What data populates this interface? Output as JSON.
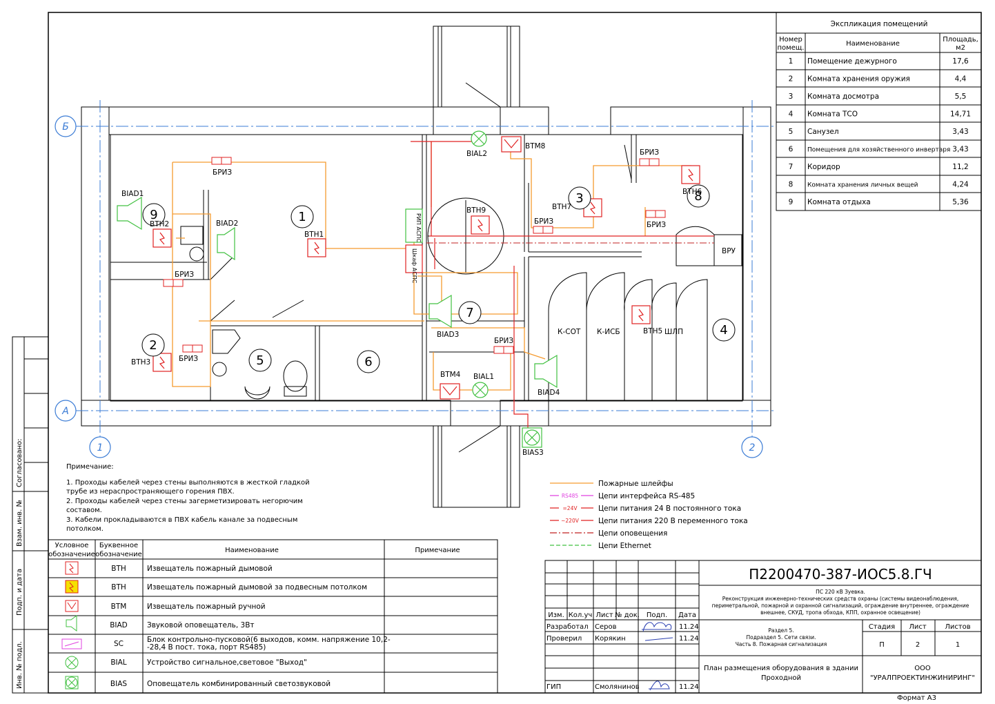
{
  "axes": {
    "b": "Б",
    "a": "А",
    "one": "1",
    "two": "2"
  },
  "rooms_on_plan": {
    "r1": "1",
    "r2": "2",
    "r3": "3",
    "r4": "4",
    "r5": "5",
    "r6": "6",
    "r7": "7",
    "r8": "8",
    "r9": "9"
  },
  "devices": {
    "biad1": "BIAD1",
    "biad2": "BIAD2",
    "biad3": "BIAD3",
    "biad4": "BIAD4",
    "bial1": "BIAL1",
    "bial2": "BIAL2",
    "bias3": "BIAS3",
    "btn1": "BTH1",
    "btn2": "BTH2",
    "btn3": "BTH3",
    "btn5": "BTH5",
    "btn6": "BTH6",
    "btn7": "BTH7",
    "btn9": "BTH9",
    "btm4": "BTM4",
    "btm8": "BTM8",
    "briz": "БРИЗ",
    "rip": "РИП АСПС",
    "shkaf": "Шкаф АСПС",
    "vru": "ВРУ",
    "ksot": "К-СОТ",
    "kisb": "К-ИСБ",
    "shlp": "ШЛП"
  },
  "explication": {
    "title": "Экспликация помещений",
    "headers": [
      "Номер помещ.",
      "Наименование",
      "Площадь, м2"
    ],
    "rows": [
      {
        "n": "1",
        "name": "Помещение дежурного",
        "area": "17,6"
      },
      {
        "n": "2",
        "name": "Комната хранения оружия",
        "area": "4,4"
      },
      {
        "n": "3",
        "name": "Комната досмотра",
        "area": "5,5"
      },
      {
        "n": "4",
        "name": "Комната ТСО",
        "area": "14,71"
      },
      {
        "n": "5",
        "name": "Санузел",
        "area": "3,43"
      },
      {
        "n": "6",
        "name": "Помещения для хозяйственного инвертаря",
        "area": "3,43"
      },
      {
        "n": "7",
        "name": "Коридор",
        "area": "11,2"
      },
      {
        "n": "8",
        "name": "Комната хранения личных вещей",
        "area": "4,24"
      },
      {
        "n": "9",
        "name": "Комната отдыха",
        "area": "5,36"
      }
    ]
  },
  "notes": {
    "title": "Примечание:",
    "n1a": "1.       Проходы кабелей через стены выполняются в жесткой гладкой",
    "n1b": "трубе из нераспространяющего горения ПВХ.",
    "n2a": "2.       Проходы кабелей через стены загерметизировать негорючим",
    "n2b": "составом.",
    "n3a": "3.       Кабели прокладываются в ПВХ кабель канале за подвесным",
    "n3b": "потолком."
  },
  "line_legend": [
    {
      "tag": "",
      "label": "Пожарные шлейфы",
      "color": "#f59a2e"
    },
    {
      "tag": "RS485",
      "label": "Цепи интерфейса RS-485",
      "color": "#e040e0"
    },
    {
      "tag": "=24V",
      "label": "Цепи питания 24 В постоянного тока",
      "color": "#e02020"
    },
    {
      "tag": "~220V",
      "label": "Цепи питания 220 В переменного тока",
      "color": "#e02020"
    },
    {
      "tag": "",
      "label": "Цепи оповещения",
      "color": "#c02020"
    },
    {
      "tag": "",
      "label": "Цепи Ethernet",
      "color": "#40c040"
    }
  ],
  "symbol_table": {
    "headers": [
      "Условное обозначение",
      "Буквенное обозначение",
      "Наименование",
      "Примечание"
    ],
    "rows": [
      {
        "code": "BTH",
        "name": "Извещатель пожарный дымовой"
      },
      {
        "code": "BTH",
        "name": "Извещатель пожарный дымовой за подвесным потолком"
      },
      {
        "code": "BTM",
        "name": "Извещатель пожарный ручной"
      },
      {
        "code": "BIAD",
        "name": "Звуковой оповещатель, 3Вт"
      },
      {
        "code": "SC",
        "name": "Блок контрольно-пусковой(6 выходов, комм. напряжение 10,2-",
        "name2": "-28,4 В пост. тока, порт RS485)"
      },
      {
        "code": "BIAL",
        "name": "Устройство сигнальное,световое \"Выход\""
      },
      {
        "code": "BIAS",
        "name": "Оповещатель комбинированный светозвуковой"
      }
    ]
  },
  "side_stamp": {
    "soglasovano": "Согласовано:",
    "vzam": "Взам. инв. №",
    "podp": "Подп. и дата",
    "inv": "Инв. № подл."
  },
  "title_block": {
    "code": "П2200470-387-ИОС5.8.ГЧ",
    "object_1": "ПС 220 кВ Зуевка.",
    "object_2": "Реконструкция инженерно-технических средств охраны (системы видеонаблюдения,",
    "object_3": "периметральной, пожарной и охранной сигнализаций, ограждение внутреннее, ограждение",
    "object_4": "внешнее, СКУД, тропа обхода, КПП, охранное освещение)",
    "col_izm": "Изм.",
    "col_kol": "Кол.уч",
    "col_list": "Лист",
    "col_doc": "№ док.",
    "col_podp": "Подп.",
    "col_date": "Дата",
    "role_1": "Разработал",
    "person_1": "Серов",
    "date_1": "11.24",
    "role_2": "Проверил",
    "person_2": "Корякин",
    "date_2": "11.24",
    "role_3": "ГИП",
    "person_3": "Смолянинов",
    "date_3": "11.24",
    "section_1": "Раздел 5.",
    "section_2": "Подраздел 5. Сети связи.",
    "section_3": "Часть 8. Пожарная сигнализация",
    "stage_h": "Стадия",
    "sheet_h": "Лист",
    "sheets_h": "Листов",
    "stage": "П",
    "sheet": "2",
    "sheets": "1",
    "drawing_1": "План размещения оборудования в здании",
    "drawing_2": "Проходной",
    "org_1": "ООО",
    "org_2": "\"УРАЛПРОЕКТИНЖИНИРИНГ\"",
    "format": "Формат А3"
  }
}
